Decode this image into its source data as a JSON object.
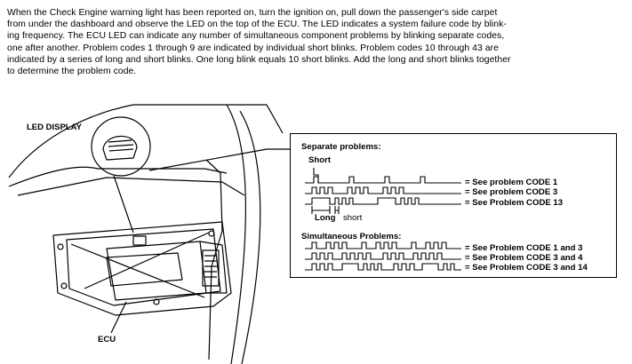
{
  "paragraph_lines": [
    "When the Check Engine warning light has been reported on, turn the ignition on, pull down the passenger's side carpet",
    "from under the dashboard and observe the LED on the top of the ECU. The LED indicates a system failure code by blink-",
    "ing frequency. The ECU LED can indicate any number of simultaneous component problems by blinking separate codes,",
    "one after another. Problem codes 1 through 9 are indicated by individual short blinks. Problem codes 10 through 43 are",
    "indicated by a series of long and short blinks. One long blink equals 10 short blinks. Add the long and short blinks together",
    "to determine the problem code."
  ],
  "labels": {
    "led_display": "LED DISPLAY",
    "ecu": "ECU"
  },
  "codes_panel": {
    "separate_heading": "Separate problems:",
    "short_label": "Short",
    "long_label": "Long",
    "short_small_label": "short",
    "separate": [
      "= See problem CODE 1",
      "= See problem CODE 3",
      "= See Problem CODE 13"
    ],
    "simultaneous_heading": "Simultaneous Problems:",
    "simultaneous": [
      "= See Problem CODE 1 and 3",
      "= See Problem CODE 3 and 4",
      "= See Problem CODE 3 and 14"
    ]
  }
}
